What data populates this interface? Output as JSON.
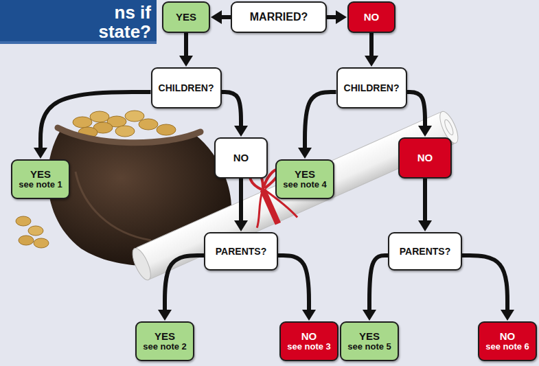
{
  "diagram": {
    "title": "ns if state?",
    "nodes": [
      {
        "text": [
          "YES"
        ]
      },
      {
        "text": [
          "MARRIED?"
        ]
      },
      {
        "text": [
          "NO"
        ]
      },
      {
        "text": [
          "CHILDREN?"
        ]
      },
      {
        "text": [
          "CHILDREN?"
        ]
      },
      {
        "text": [
          "YES",
          "see note 1"
        ]
      },
      {
        "text": [
          "NO"
        ]
      },
      {
        "text": [
          "YES",
          "see note 4"
        ]
      },
      {
        "text": [
          "NO"
        ]
      },
      {
        "text": [
          "PARENTS?"
        ]
      },
      {
        "text": [
          "PARENTS?"
        ]
      },
      {
        "text": [
          "YES",
          "see note 2"
        ]
      },
      {
        "text": [
          "NO",
          "see note 3"
        ]
      },
      {
        "text": [
          "YES",
          "see note 5"
        ]
      },
      {
        "text": [
          "NO",
          "see note 6"
        ]
      }
    ],
    "edges": [
      {
        "from": 1,
        "to": 0,
        "arrow": "to"
      },
      {
        "from": 1,
        "to": 2,
        "arrow": "to"
      },
      {
        "from": 0,
        "to": 3,
        "arrow": "to"
      },
      {
        "from": 2,
        "to": 4,
        "arrow": "to"
      },
      {
        "from": 3,
        "to": 5,
        "arrow": "to"
      },
      {
        "from": 3,
        "to": 6,
        "arrow": "to"
      },
      {
        "from": 4,
        "to": 7,
        "arrow": "to"
      },
      {
        "from": 4,
        "to": 8,
        "arrow": "to"
      },
      {
        "from": 6,
        "to": 9,
        "arrow": "to"
      },
      {
        "from": 8,
        "to": 10,
        "arrow": "to"
      },
      {
        "from": 9,
        "to": 11,
        "arrow": "to"
      },
      {
        "from": 9,
        "to": 12,
        "arrow": "to"
      },
      {
        "from": 10,
        "to": 13,
        "arrow": "to"
      },
      {
        "from": 10,
        "to": 14,
        "arrow": "to"
      }
    ]
  }
}
